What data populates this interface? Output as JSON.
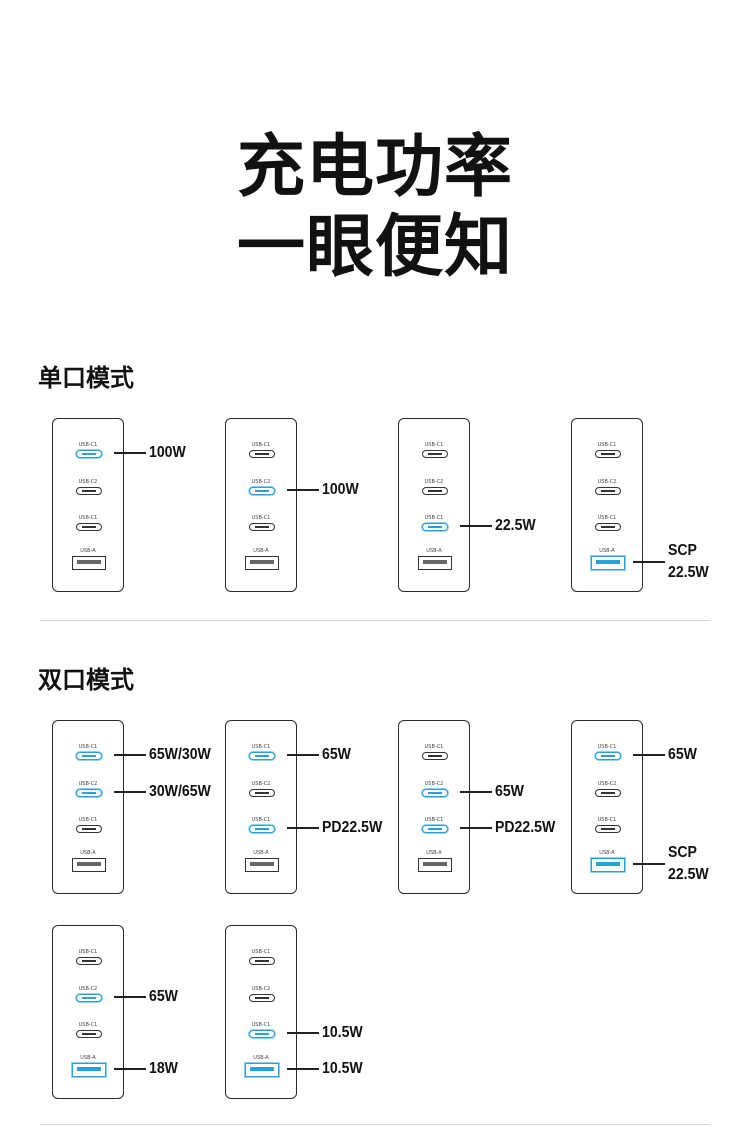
{
  "header": {
    "line1": "充电功率",
    "line2": "一眼便知"
  },
  "port_labels": {
    "c1": "USB-C1",
    "c2": "USB-C2",
    "c3": "USB-C1",
    "a": "USB-A"
  },
  "colors": {
    "active_port": "#2a9fd8",
    "text": "#111111"
  },
  "sections": [
    {
      "title": "单口模式",
      "chargers": [
        {
          "active": [
            "c1"
          ],
          "labels": [
            {
              "port": "c1",
              "text": "100W"
            }
          ]
        },
        {
          "active": [
            "c2"
          ],
          "labels": [
            {
              "port": "c2",
              "text": "100W"
            }
          ]
        },
        {
          "active": [
            "c3"
          ],
          "labels": [
            {
              "port": "c3",
              "text": "22.5W"
            }
          ]
        },
        {
          "active": [
            "a"
          ],
          "labels": [
            {
              "port": "a",
              "text": "SCP\n22.5W"
            }
          ]
        }
      ]
    },
    {
      "title": "双口模式",
      "chargers": [
        {
          "active": [
            "c1",
            "c2"
          ],
          "labels": [
            {
              "port": "c1",
              "text": "65W/30W"
            },
            {
              "port": "c2",
              "text": "30W/65W"
            }
          ]
        },
        {
          "active": [
            "c1",
            "c3"
          ],
          "labels": [
            {
              "port": "c1",
              "text": "65W"
            },
            {
              "port": "c3",
              "text": "PD22.5W"
            }
          ]
        },
        {
          "active": [
            "c2",
            "c3"
          ],
          "labels": [
            {
              "port": "c2",
              "text": "65W"
            },
            {
              "port": "c3",
              "text": "PD22.5W"
            }
          ]
        },
        {
          "active": [
            "c1",
            "a"
          ],
          "labels": [
            {
              "port": "c1",
              "text": "65W"
            },
            {
              "port": "a",
              "text": "SCP\n22.5W"
            }
          ]
        },
        {
          "active": [
            "c2",
            "a"
          ],
          "labels": [
            {
              "port": "c2",
              "text": "65W"
            },
            {
              "port": "a",
              "text": "18W"
            }
          ]
        },
        {
          "active": [
            "c3",
            "a"
          ],
          "labels": [
            {
              "port": "c3",
              "text": "10.5W"
            },
            {
              "port": "a",
              "text": "10.5W"
            }
          ]
        }
      ]
    }
  ]
}
